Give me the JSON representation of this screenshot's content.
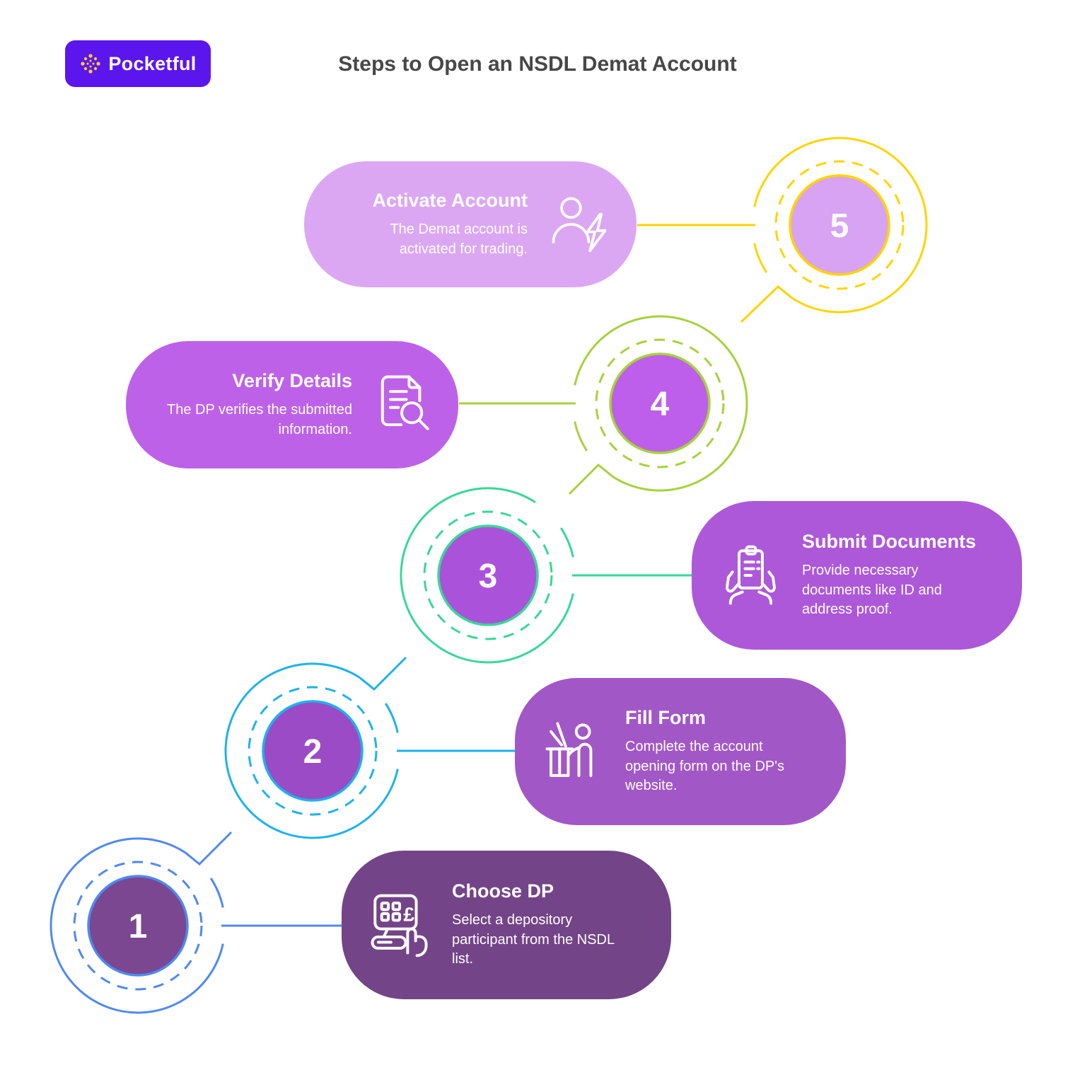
{
  "header": {
    "logo_text": "Pocketful",
    "logo_bg": "#5B16EE",
    "logo_star_color": "#FFD21E",
    "title": "Steps to Open an NSDL Demat Account",
    "title_color": "#474747"
  },
  "steps": [
    {
      "number": "1",
      "title": "Choose DP",
      "description": "Select a depository participant from the NSDL list.",
      "icon": "dp-kiosk-icon",
      "ring_color": "#4F89F0",
      "circle_fill": "#7A4790",
      "card_color": "#734487",
      "currency_glyph": "£"
    },
    {
      "number": "2",
      "title": "Fill Form",
      "description": "Complete the account opening form on the DP's website.",
      "icon": "form-desk-icon",
      "ring_color": "#1EB2EC",
      "circle_fill": "#9B4BC5",
      "card_color": "#A257C6"
    },
    {
      "number": "3",
      "title": "Submit Documents",
      "description": "Provide necessary documents like ID and address proof.",
      "icon": "documents-hands-icon",
      "ring_color": "#38D898",
      "circle_fill": "#AB52DA",
      "card_color": "#AC58D9"
    },
    {
      "number": "4",
      "title": "Verify Details",
      "description": "The DP verifies the submitted information.",
      "icon": "verify-doc-icon",
      "ring_color": "#A6D23C",
      "circle_fill": "#BD5FEA",
      "card_color": "#BD62E8"
    },
    {
      "number": "5",
      "title": "Activate Account",
      "description": "The Demat account is activated for trading.",
      "icon": "activate-user-icon",
      "ring_color": "#FFD400",
      "circle_fill": "#D7A3F2",
      "card_color": "#DBA7F2"
    }
  ]
}
